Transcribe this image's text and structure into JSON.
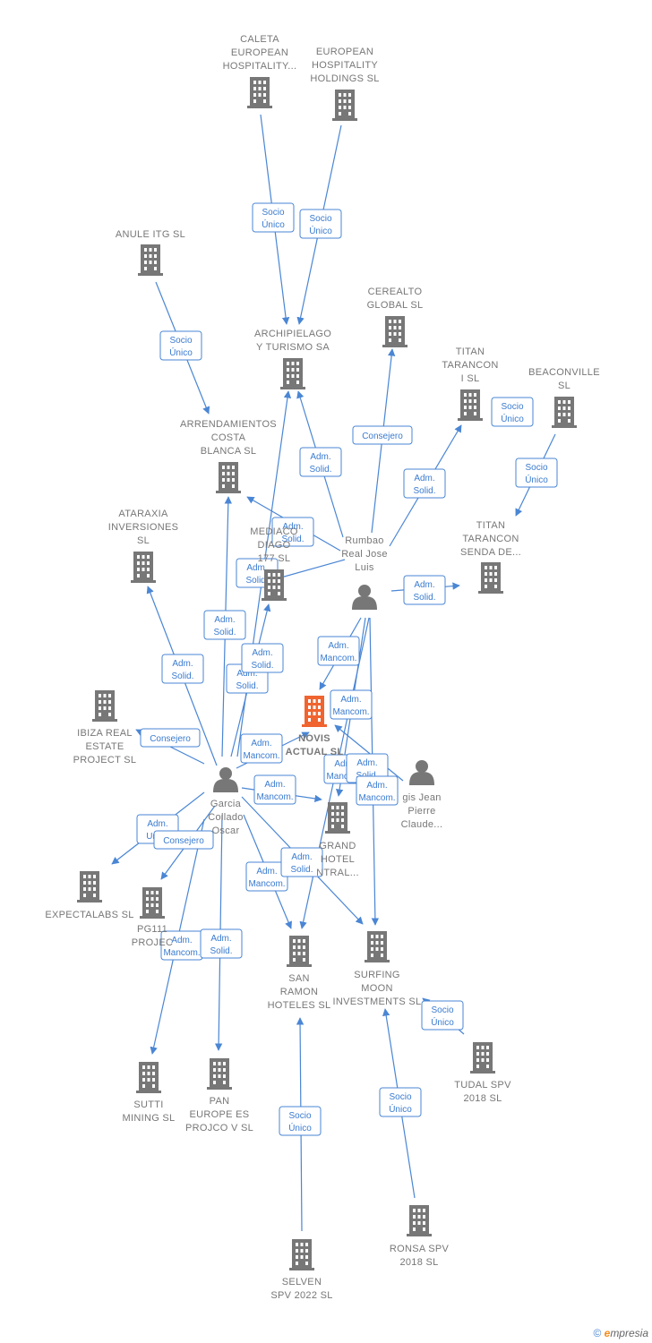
{
  "colors": {
    "edge": "#4a86d4",
    "company": "#777777",
    "focus_company": "#f0642f",
    "person": "#777777",
    "badge_text": "#3a7bd0"
  },
  "nodes": [
    {
      "id": "caleta",
      "type": "company",
      "lines": [
        "CALETA",
        "EUROPEAN",
        "HOSPITALITY..."
      ]
    },
    {
      "id": "ehh",
      "type": "company",
      "lines": [
        "EUROPEAN",
        "HOSPITALITY",
        "HOLDINGS  SL"
      ]
    },
    {
      "id": "anule",
      "type": "company",
      "lines": [
        "ANULE ITG  SL"
      ]
    },
    {
      "id": "archipielago",
      "type": "company",
      "lines": [
        "ARCHIPIELAGO",
        "Y TURISMO SA"
      ]
    },
    {
      "id": "cerealto",
      "type": "company",
      "lines": [
        "CEREALTO",
        "GLOBAL  SL"
      ]
    },
    {
      "id": "titan1",
      "type": "company",
      "lines": [
        "TITAN",
        "TARANCON",
        "I  SL"
      ]
    },
    {
      "id": "beaconville",
      "type": "company",
      "lines": [
        "BEACONVILLE",
        "SL"
      ]
    },
    {
      "id": "arrendamientos",
      "type": "company",
      "lines": [
        "ARRENDAMIENTOS",
        "COSTA",
        "BLANCA SL"
      ]
    },
    {
      "id": "ataraxia",
      "type": "company",
      "lines": [
        "ATARAXIA",
        "INVERSIONES",
        "SL"
      ]
    },
    {
      "id": "mediacion",
      "type": "company",
      "lines": [
        "MEDIACO",
        "DIAGO",
        "177  SL"
      ]
    },
    {
      "id": "titansenda",
      "type": "company",
      "lines": [
        "TITAN",
        "TARANCON",
        "SENDA DE..."
      ]
    },
    {
      "id": "rumbao",
      "type": "person",
      "lines": [
        "Rumbao",
        "Real Jose",
        "Luis"
      ]
    },
    {
      "id": "ibiza",
      "type": "company",
      "lines": [
        "IBIZA REAL",
        "ESTATE",
        "PROJECT  SL"
      ]
    },
    {
      "id": "novis",
      "type": "focus",
      "lines": [
        "NOVIS",
        "ACTUAL  SL"
      ]
    },
    {
      "id": "garcia",
      "type": "person",
      "lines": [
        "Garcia",
        "Collado",
        "Oscar"
      ]
    },
    {
      "id": "louis",
      "type": "person",
      "lines": [
        "gis Jean",
        "Pierre",
        "Claude..."
      ]
    },
    {
      "id": "grandhotel",
      "type": "company",
      "lines": [
        "GRAND",
        "HOTEL",
        "NTRAL..."
      ]
    },
    {
      "id": "expectalabs",
      "type": "company",
      "lines": [
        "EXPECTALABS SL"
      ]
    },
    {
      "id": "pg111",
      "type": "company",
      "lines": [
        "PG111",
        "PROJEC"
      ]
    },
    {
      "id": "sanramon",
      "type": "company",
      "lines": [
        "SAN",
        "RAMON",
        "HOTELES SL"
      ]
    },
    {
      "id": "surfing",
      "type": "company",
      "lines": [
        "SURFING",
        "MOON",
        "INVESTMENTS SL"
      ]
    },
    {
      "id": "tudal",
      "type": "company",
      "lines": [
        "TUDAL SPV",
        "2018  SL"
      ]
    },
    {
      "id": "sutti",
      "type": "company",
      "lines": [
        "SUTTI",
        "MINING SL"
      ]
    },
    {
      "id": "pan",
      "type": "company",
      "lines": [
        "PAN",
        "EUROPE ES",
        "PROJCO V SL"
      ]
    },
    {
      "id": "ronsa",
      "type": "company",
      "lines": [
        "RONSA SPV",
        "2018  SL"
      ]
    },
    {
      "id": "selven",
      "type": "company",
      "lines": [
        "SELVEN",
        "SPV 2022  SL"
      ]
    }
  ],
  "edges": [
    {
      "from": "caleta",
      "to": "archipielago",
      "label": [
        "Socio",
        "Único"
      ]
    },
    {
      "from": "ehh",
      "to": "archipielago",
      "label": [
        "Socio",
        "Único"
      ]
    },
    {
      "from": "anule",
      "to": "arrendamientos",
      "label": [
        "Socio",
        "Único"
      ]
    },
    {
      "from": "rumbao",
      "to": "archipielago",
      "label": [
        "Adm.",
        "Solid."
      ]
    },
    {
      "from": "rumbao",
      "to": "cerealto",
      "label": [
        "Consejero"
      ]
    },
    {
      "from": "rumbao",
      "to": "titan1",
      "label": [
        "Adm.",
        "Solid."
      ]
    },
    {
      "from": "titan1",
      "to": "titan1",
      "label": [
        "Socio",
        "Único"
      ]
    },
    {
      "from": "beaconville",
      "to": "titansenda",
      "label": [
        "Socio",
        "Único"
      ]
    },
    {
      "from": "rumbao",
      "to": "arrendamientos",
      "label": [
        "Adm.",
        "Solid."
      ]
    },
    {
      "from": "rumbao",
      "to": "mediacion",
      "label": [
        "Adm.",
        "Solid."
      ]
    },
    {
      "from": "rumbao",
      "to": "titansenda",
      "label": [
        "Adm.",
        "Solid."
      ]
    },
    {
      "from": "rumbao",
      "to": "novis",
      "label": [
        "Adm.",
        "Mancom."
      ]
    },
    {
      "from": "rumbao",
      "to": "grandhotel",
      "label": [
        "Adm.",
        "Mancom."
      ]
    },
    {
      "from": "rumbao",
      "to": "sanramon",
      "label": [
        "Adm.",
        "Mancom."
      ]
    },
    {
      "from": "rumbao",
      "to": "surfing",
      "label": [
        "Adm.",
        "Solid."
      ]
    },
    {
      "from": "louis",
      "to": "novis",
      "label": [
        "Adm.",
        "Mancom."
      ]
    },
    {
      "from": "garcia",
      "to": "mediacion",
      "label": [
        "Adm.",
        "Solid."
      ]
    },
    {
      "from": "garcia",
      "to": "arrendamientos",
      "label": [
        "Adm.",
        "Solid."
      ]
    },
    {
      "from": "garcia",
      "to": "archipielago",
      "label": [
        "Adm.",
        "Solid."
      ]
    },
    {
      "from": "garcia",
      "to": "ataraxia",
      "label": [
        "Adm.",
        "Solid."
      ]
    },
    {
      "from": "garcia",
      "to": "ibiza",
      "label": [
        "Consejero"
      ]
    },
    {
      "from": "garcia",
      "to": "novis",
      "label": [
        "Adm.",
        "Mancom."
      ]
    },
    {
      "from": "garcia",
      "to": "grandhotel",
      "label": [
        "Adm.",
        "Mancom."
      ]
    },
    {
      "from": "garcia",
      "to": "expectalabs",
      "label": [
        "Adm.",
        "Unico"
      ]
    },
    {
      "from": "garcia",
      "to": "pg111",
      "label": [
        "Consejero"
      ]
    },
    {
      "from": "garcia",
      "to": "sanramon",
      "label": [
        "Adm.",
        "Mancom."
      ]
    },
    {
      "from": "garcia",
      "to": "surfing",
      "label": [
        "Adm.",
        "Solid."
      ]
    },
    {
      "from": "garcia",
      "to": "sutti",
      "label": [
        "Adm.",
        "Mancom."
      ]
    },
    {
      "from": "garcia",
      "to": "pan",
      "label": [
        "Adm.",
        "Solid."
      ]
    },
    {
      "from": "tudal",
      "to": "surfing",
      "label": [
        "Socio",
        "Único"
      ]
    },
    {
      "from": "ronsa",
      "to": "surfing",
      "label": [
        "Socio",
        "Único"
      ]
    },
    {
      "from": "selven",
      "to": "sanramon",
      "label": [
        "Socio",
        "Único"
      ]
    }
  ],
  "footer": {
    "copyright": "©",
    "brand_e": "e",
    "brand_rest": "mpresia"
  }
}
